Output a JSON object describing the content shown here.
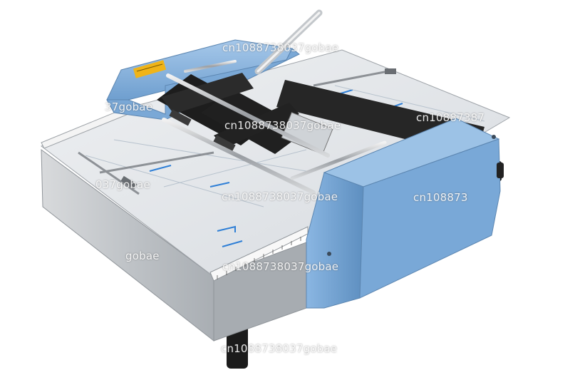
{
  "product": {
    "subject": "paper-folding-machine-product-photo"
  },
  "watermarks": [
    {
      "text": "cn1088738037gobae"
    },
    {
      "text": "37gobae"
    },
    {
      "text": "cn1088738037gobae"
    },
    {
      "text": "cn10887387"
    },
    {
      "text": "037gobae"
    },
    {
      "text": "cn1088738037gobae"
    },
    {
      "text": "cn108873"
    },
    {
      "text": "gobae"
    },
    {
      "text": "cn1088738037gobae"
    },
    {
      "text": "cn1088738037gobae"
    }
  ],
  "colors": {
    "body_blue": "#7fb0de",
    "steel": "#c9cdd1",
    "roller": "#2a2a2a",
    "ruler_blue": "#2f7fd6",
    "warning_label": "#f0b418"
  }
}
